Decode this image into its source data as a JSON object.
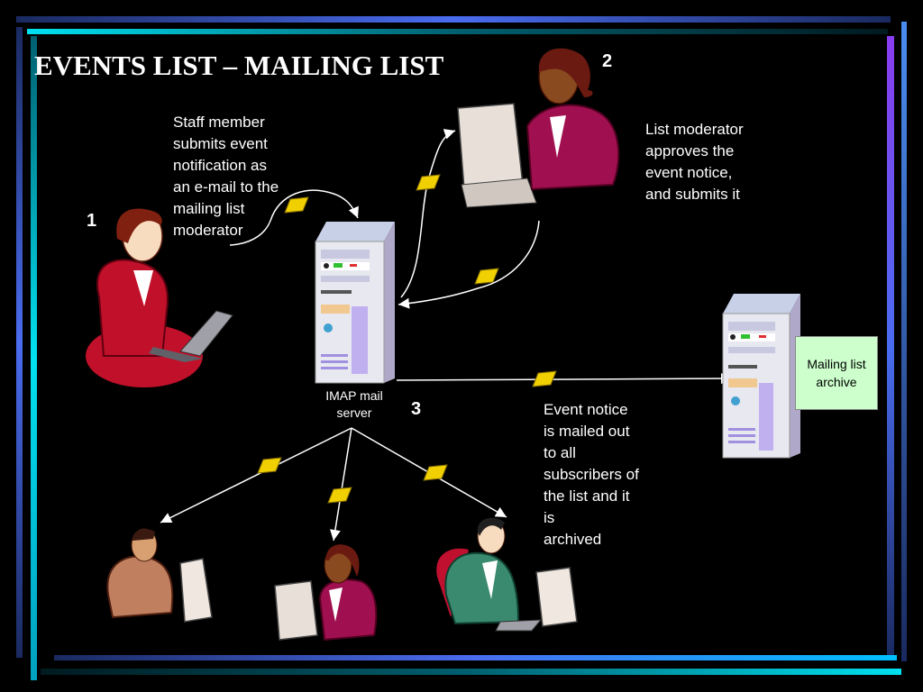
{
  "title": "EVENTS LIST – MAILING LIST",
  "steps": {
    "one": "1",
    "two": "2",
    "three": "3"
  },
  "notes": {
    "staff_lines": [
      "Staff member",
      "submits event",
      "notification as",
      "an e-mail to the",
      "mailing list",
      "moderator"
    ],
    "moderator_lines": [
      "List moderator",
      "approves the",
      "event notice,",
      "and submits it"
    ],
    "mailed_lines": [
      "Event notice",
      "is mailed out",
      "to all",
      "subscribers of",
      "the list and it",
      "is",
      "archived"
    ]
  },
  "server_label_lines": [
    "IMAP mail",
    "server"
  ],
  "archive_label_lines": [
    "Mailing list",
    "archive"
  ],
  "colors": {
    "background": "#000000",
    "frame_blue": "#4a6cf0",
    "frame_cyan": "#00e0f0",
    "frame_purple": "#8a3cf0",
    "envelope": "#f0d000",
    "archive_box": "#ccffcc"
  }
}
